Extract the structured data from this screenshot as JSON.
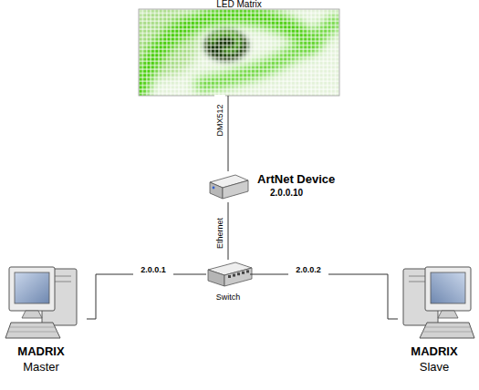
{
  "diagram": {
    "nodes": [
      {
        "text": [
          "LED Matrix"
        ]
      },
      {
        "text": [
          "ArtNet Device",
          "2.0.0.10"
        ]
      },
      {
        "text": [
          "Switch"
        ]
      },
      {
        "text": [
          "MADRIX",
          "Master"
        ]
      },
      {
        "text": [
          "MADRIX",
          "Slave"
        ]
      }
    ],
    "edges": [
      {
        "from": 0,
        "to": 1,
        "label": "DMX512",
        "arrow": "none"
      },
      {
        "from": 1,
        "to": 2,
        "label": "Ethernet",
        "arrow": "none"
      },
      {
        "from": 2,
        "to": 3,
        "label": "2.0.0.1",
        "arrow": "none"
      },
      {
        "from": 2,
        "to": 4,
        "label": "2.0.0.2",
        "arrow": "none"
      }
    ]
  }
}
